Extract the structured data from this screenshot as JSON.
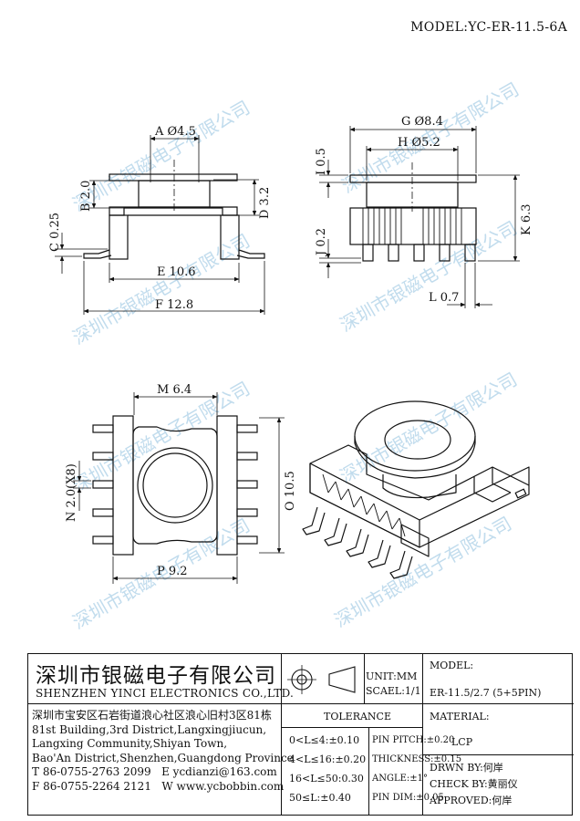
{
  "header": {
    "model": "MODEL:YC-ER-11.5-6A"
  },
  "watermark": {
    "text": "深圳市银磁电子有限公司",
    "color": "#b7d6ea"
  },
  "dimensions": {
    "A": "A Ø4.5",
    "B": "B 2.0",
    "C": "C 0.25",
    "D": "D 3.2",
    "E": "E 10.6",
    "F": "F 12.8",
    "G": "G Ø8.4",
    "H": "H Ø5.2",
    "I": "I 0.5",
    "J": "J 0.2",
    "K": "K 6.3",
    "L": "L 0.7",
    "M": "M 6.4",
    "N": "N 2.0(X8)",
    "O": "O 10.5",
    "P": "P 9.2"
  },
  "title_block": {
    "company_cn": "深圳市银磁电子有限公司",
    "company_en": "SHENZHEN YINCI ELECTRONICS CO.,LTD.",
    "address_cn": "深圳市宝安区石岩街道浪心社区浪心旧村3区81栋",
    "address_en": [
      "81st Building,3rd District,Langxingjiucun,",
      "Langxing Community,Shiyan Town,",
      "Bao'An District,Shenzhen,Guangdong Province"
    ],
    "tel": "T 86-0755-2763 2099",
    "email": "E ycdianzi@163.com",
    "fax": "F 86-0755-2264 2121",
    "web": "W www.ycbobbin.com",
    "unit": "UNIT:MM",
    "scale": "SCAEL:1/1",
    "model_label": "MODEL:",
    "model_value": "ER-11.5/2.7 (5+5PIN)",
    "tolerance_title": "TOLERANCE",
    "tolerance_left": [
      "0<L≤4:±0.10",
      "4<L≤16:±0.20",
      "16<L≤50:0.30",
      "50≤L:±0.40"
    ],
    "tolerance_right": [
      "PIN PITCH:±0.20",
      "THICKNESS:±0.15",
      "ANGLE:±1°",
      "PIN DIM:±0.05"
    ],
    "material_label": "MATERIAL:",
    "material_value": "LCP",
    "drawn_by": "DRWN BY:何岸",
    "check_by": "CHECK BY:黄丽仪",
    "approved": "APPROVED:何岸"
  }
}
